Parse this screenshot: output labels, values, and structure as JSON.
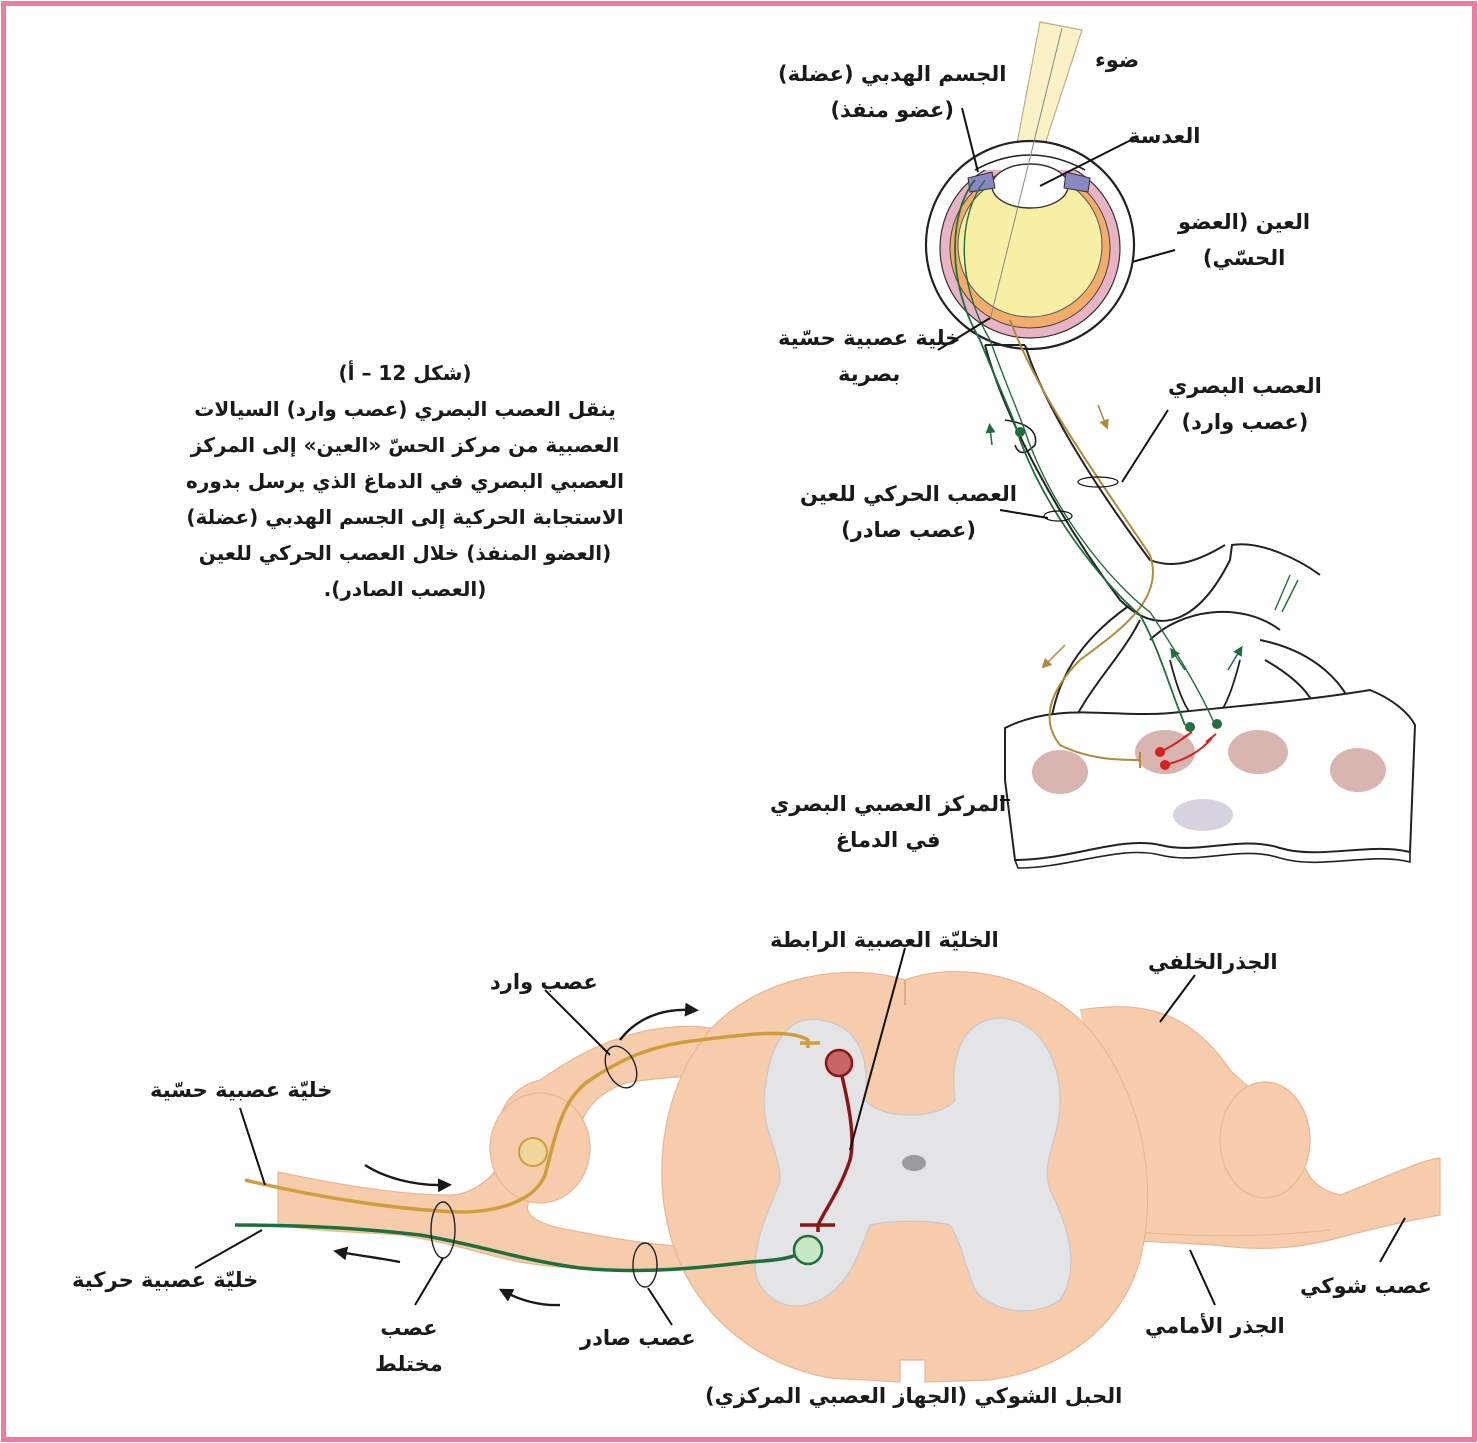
{
  "colors": {
    "frame": "#f07b9c",
    "afferent": "#c9a04c",
    "efferent": "#1f6e3c",
    "interneuron": "#8a1616",
    "tissue": "#f7ccac",
    "grey_matter": "#e4e4e6"
  },
  "caption": {
    "title": "(شكل 12 – أ)",
    "lines": [
      "ينقل العصب البصري (عصب وارد) السيالات",
      "العصبية من مركز الحسّ «العين» إلى المركز",
      "العصبي البصري في الدماغ الذي يرسل بدوره",
      "الاستجابة الحركية إلى الجسم الهدبي (عضلة)",
      "(العضو المنفذ) خلال العصب الحركي للعين",
      "(العصب الصادر)."
    ]
  },
  "eye_labels": {
    "light": "ضوء",
    "ciliary_body": [
      "الجسم الهدبي (عضلة)",
      "(عضو منفذ)"
    ],
    "lens": "العدسة",
    "eye": [
      "العين (العضو",
      "الحسّي)"
    ],
    "sensory_cell": [
      "خلية عصبية حسّية",
      "بصرية"
    ],
    "optic_nerve": [
      "العصب البصري",
      "(عصب وارد)"
    ],
    "motor_nerve": [
      "العصب الحركي للعين",
      "(عصب صادر)"
    ],
    "visual_center": [
      "المركز العصبي البصري",
      "في الدماغ"
    ]
  },
  "spinal_labels": {
    "interneuron": "الخليّة العصبية الرابطة",
    "dorsal_root": "الجذرالخلفي",
    "afferent": "عصب وارد",
    "sensory_neuron": "خليّة عصبية حسّية",
    "motor_neuron": "خليّة عصبية حركية",
    "mixed_nerve": [
      "عصب",
      "مختلط"
    ],
    "efferent": "عصب صادر",
    "spinal_nerve": "عصب شوكي",
    "ventral_root": "الجذر الأمامي",
    "spinal_cord": "الحبل الشوكي (الجهاز العصبي المركزي)"
  }
}
